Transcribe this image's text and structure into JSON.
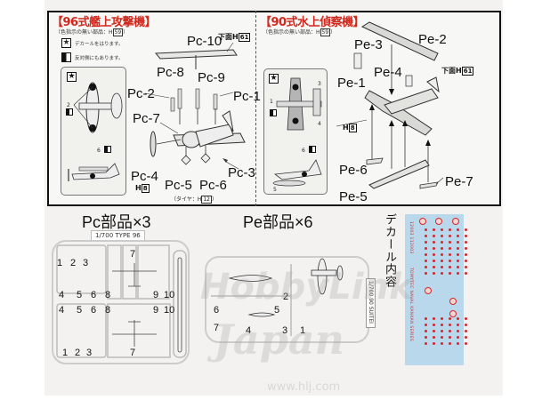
{
  "sections": {
    "left": {
      "title": "【96式艦上攻撃機】",
      "note": "（色指示の無い部品：H",
      "note_code": "59",
      "note_end": "）",
      "legend": [
        {
          "icon": "star-decal-icon",
          "text": "デカールをはります。"
        },
        {
          "icon": "half-circle-icon",
          "text": "反対側にもあります。"
        }
      ],
      "underside_label": "下面H",
      "underside_code": "61",
      "part_labels": [
        "Pc-10",
        "Pc-8",
        "Pc-9",
        "Pc-2",
        "Pc-1",
        "Pc-7",
        "Pc-4",
        "Pc-5",
        "Pc-6",
        "Pc-3"
      ],
      "pc4_color": "8",
      "tire_note": "（タイヤ：H",
      "tire_code": "12",
      "tire_end": "）",
      "inset_markers": [
        "2",
        "6"
      ]
    },
    "right": {
      "title": "【90式水上偵察機】",
      "note": "（色指示の無い部品：H",
      "note_code": "59",
      "note_end": "）",
      "underside_label": "下面H",
      "underside_code": "61",
      "part_labels": [
        "Pe-3",
        "Pe-2",
        "Pe-4",
        "Pe-1",
        "Pe-6",
        "Pe-7",
        "Pe-5"
      ],
      "h_label": "H",
      "h_code": "8",
      "inset_markers": [
        "1",
        "3",
        "4",
        "6",
        "5"
      ]
    }
  },
  "lower": {
    "pc_heading": "Pc部品×3",
    "pe_heading": "Pe部品×6",
    "decal_heading": "デカール内容",
    "pc_sprue_tag": "1/700 TYPE 96",
    "pe_sprue_tag": "1/700 90 SUITEI",
    "pc_numbers_top": [
      "1",
      "2",
      "3",
      "7",
      "4",
      "5",
      "6",
      "8",
      "9",
      "10"
    ],
    "pc_numbers_bottom": [
      "4",
      "5",
      "6",
      "8",
      "9",
      "10",
      "1",
      "2",
      "3",
      "7"
    ],
    "pe_numbers": [
      "2",
      "6",
      "5",
      "7",
      "4",
      "3",
      "1"
    ]
  },
  "decal_sheet": {
    "side_text_1": "12003 112003",
    "side_text_2": "TOMYTEC NAVAL KANKAN SERIES",
    "background": "#b9d8ec",
    "dot_color": "#d8262c"
  },
  "watermark": {
    "brand": "HobbyLink",
    "script": "Japan",
    "url": "www.hlj.com"
  },
  "colors": {
    "title_red": "#d0281d",
    "frame_black": "#111111"
  }
}
